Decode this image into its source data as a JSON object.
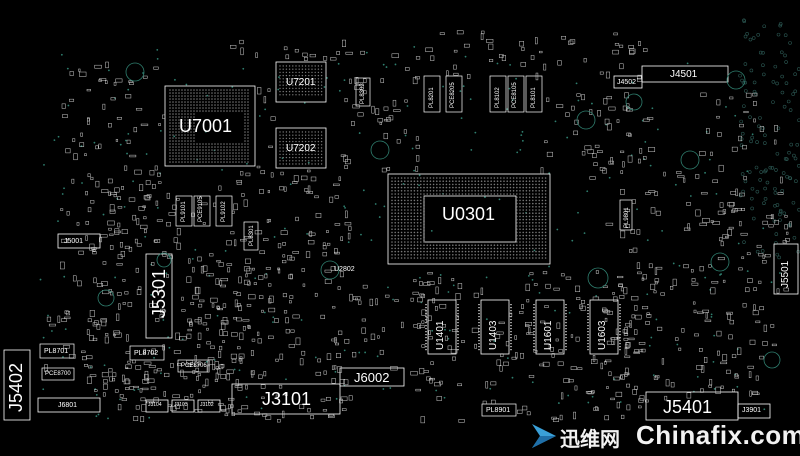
{
  "board": {
    "chips": {
      "u7001": "U7001",
      "u7201": "U7201",
      "u7202": "U7202",
      "u0301": "U0301",
      "u1401": "U1401",
      "u1403": "U1403",
      "u1601": "U1601",
      "u1603": "U1603",
      "u2802": "U2802"
    },
    "connectors": {
      "j5301": "J5301",
      "j3101": "J3101",
      "j6002": "J6002",
      "j5401": "J5401",
      "j5402": "J5402",
      "j4501": "J4501",
      "j4502": "J4502",
      "j5001": "J5001",
      "j6801": "J6801",
      "j3901": "J3901",
      "j5501": "J5501",
      "j3104": "J3104",
      "j3102": "J3102",
      "j3103": "J3103"
    },
    "inductors": {
      "pl8701": "PL8701",
      "pl8702": "PL8702",
      "pl8901": "PL8901",
      "pl8101": "PL8101",
      "pl8102": "PL8102",
      "pl9101": "PL9101",
      "pl9102": "PL9102",
      "pl8301": "PL8301",
      "pl8201": "PL8201",
      "pl8302": "PL8302",
      "pl9801": "PL9801"
    },
    "caps": {
      "pce8700": "PCE8700",
      "pce8706": "PCE8706",
      "pce8205": "PCE8205",
      "pce8105": "PCE8105",
      "pce9105": "PCE9105"
    }
  },
  "watermark": {
    "cn": "迅维网",
    "en": "Chinafix.com"
  },
  "colors": {
    "background": "#000000",
    "outline": "#ffffff",
    "via": "#2f7f6f",
    "watermark": "#f2f2f2"
  }
}
